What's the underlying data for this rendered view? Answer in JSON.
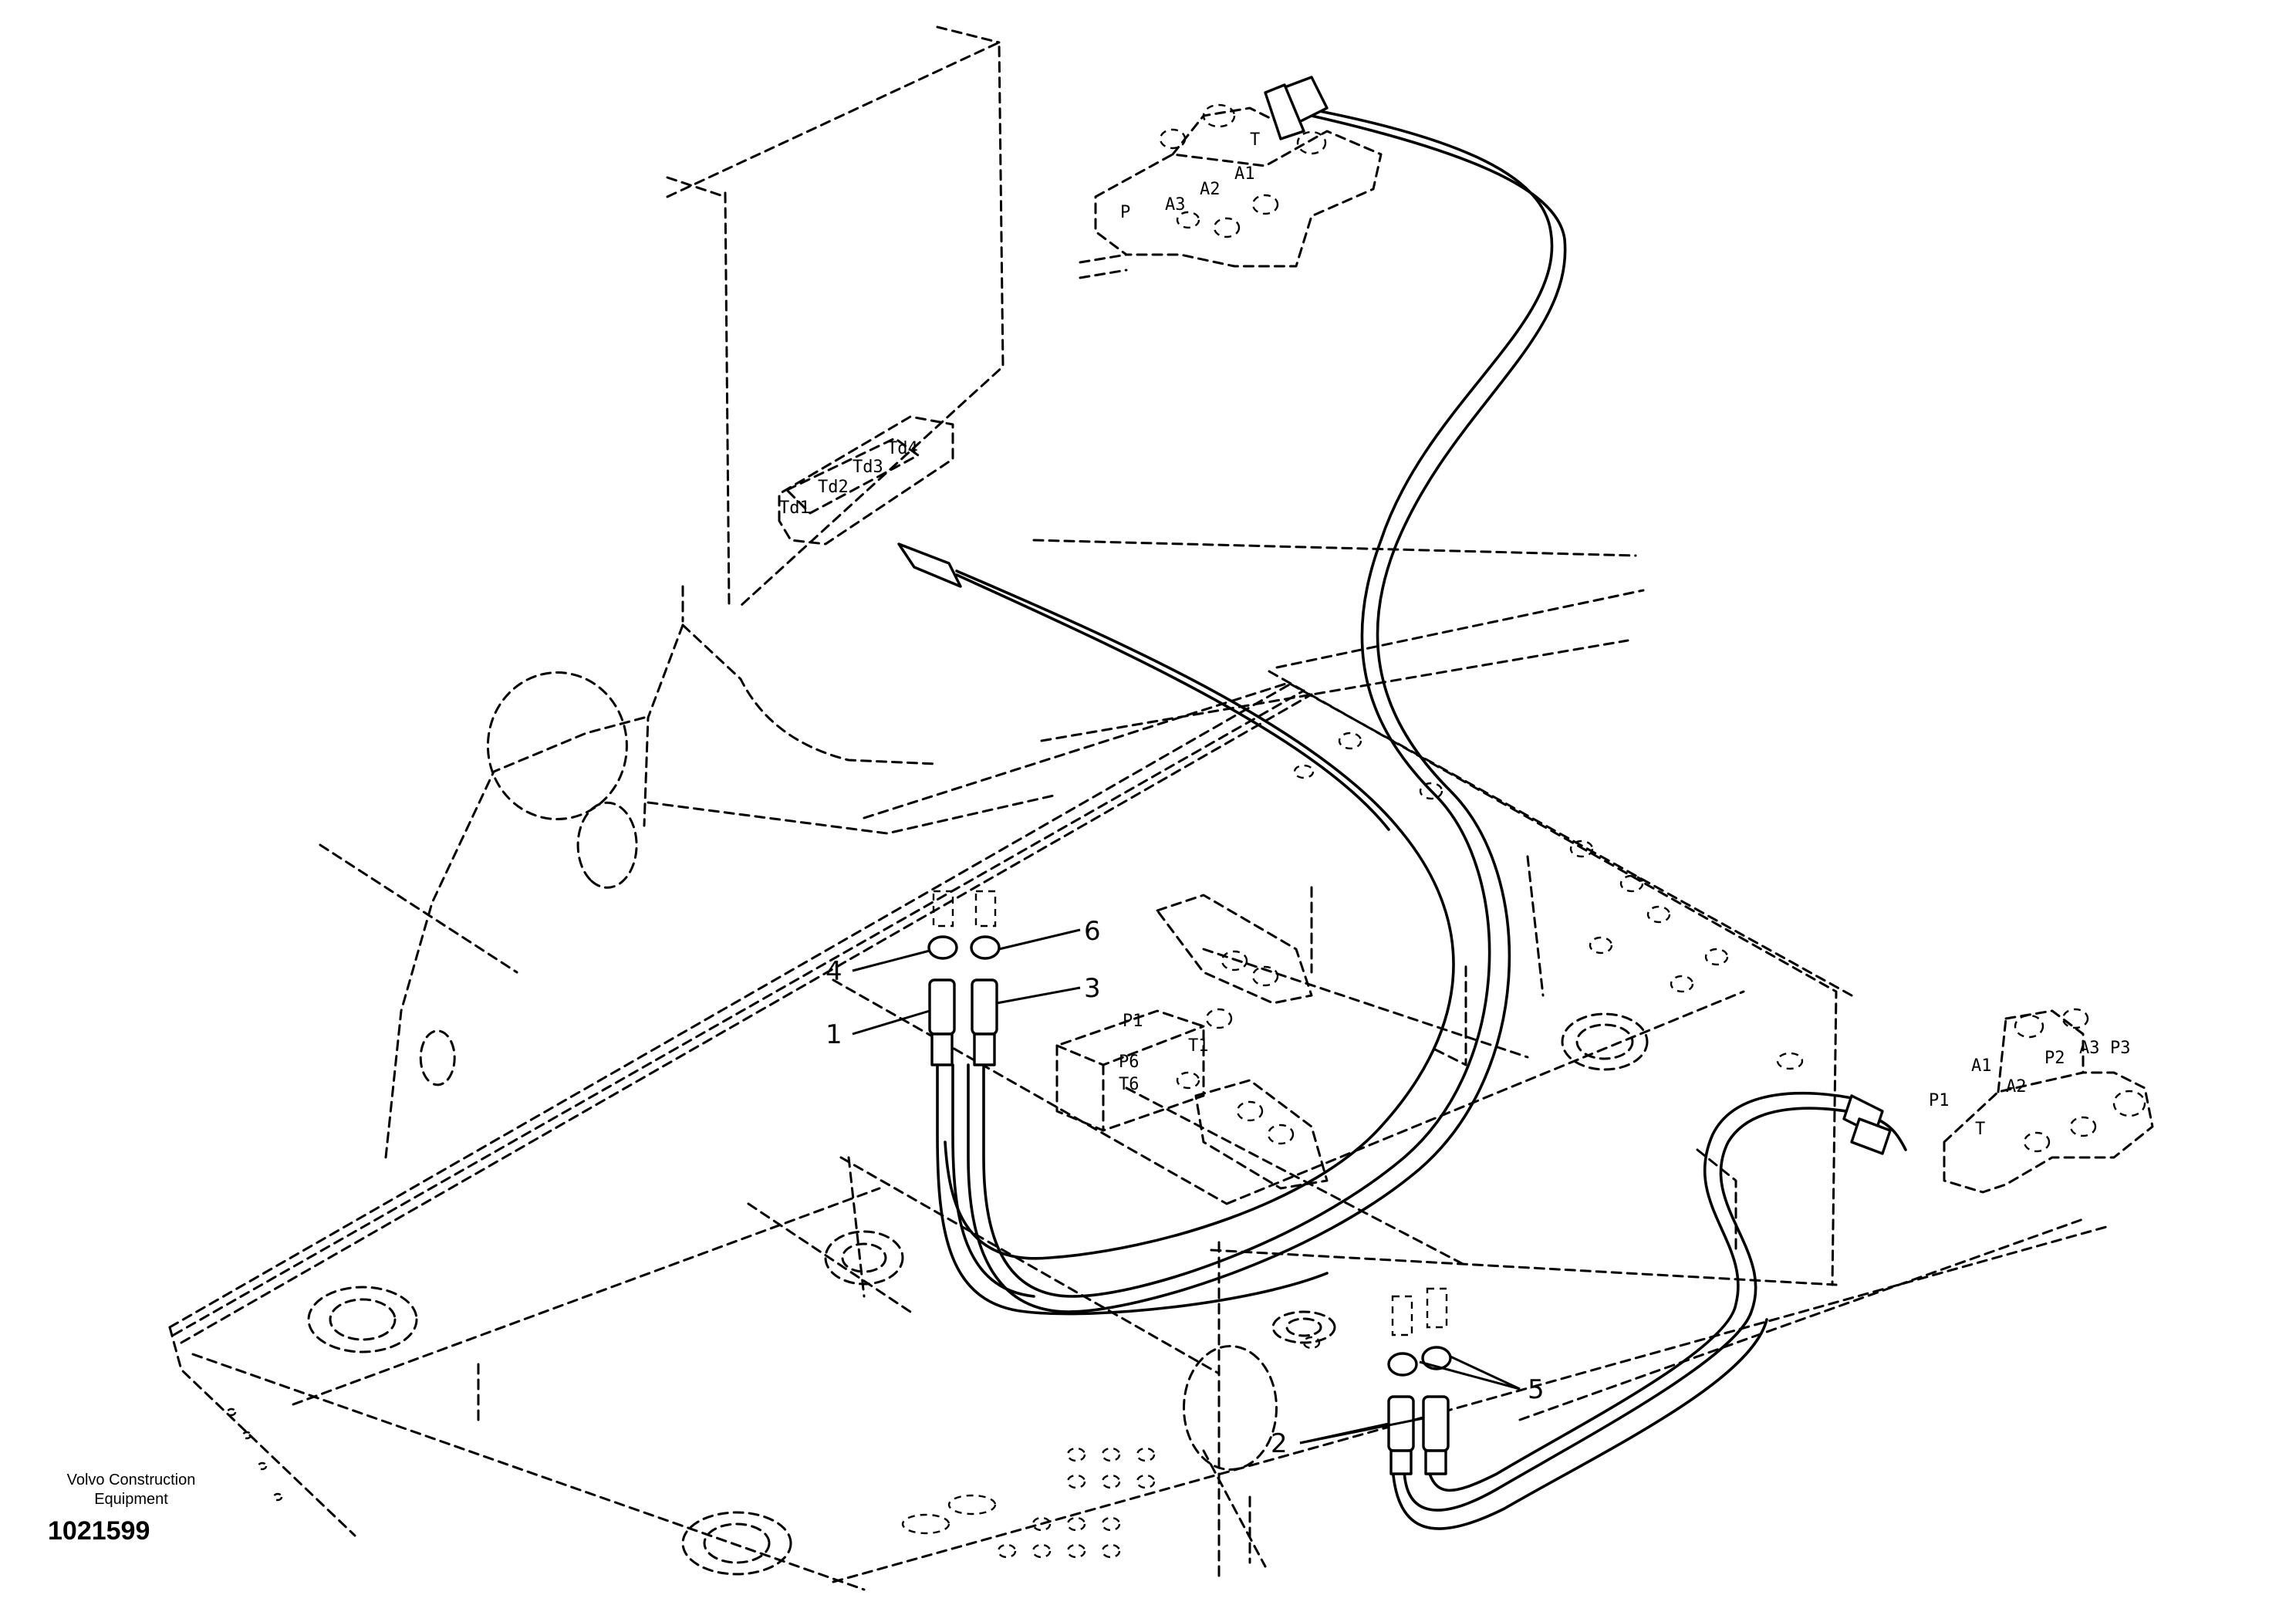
{
  "figure": {
    "callouts": [
      "1",
      "2",
      "3",
      "4",
      "5",
      "6"
    ],
    "ports_upper_valve": [
      "T",
      "A1",
      "A2",
      "A3",
      "P"
    ],
    "ports_tank_block": [
      "Td1",
      "Td2",
      "Td3",
      "Td4"
    ],
    "ports_swivel": [
      "P1",
      "P6",
      "T6",
      "T1"
    ],
    "ports_right_valve": [
      "A1",
      "P1",
      "A2",
      "P2",
      "A3",
      "P3",
      "T"
    ]
  },
  "footer": {
    "maker_line1": "Volvo Construction",
    "maker_line2": "Equipment",
    "document_id": "1021599"
  }
}
